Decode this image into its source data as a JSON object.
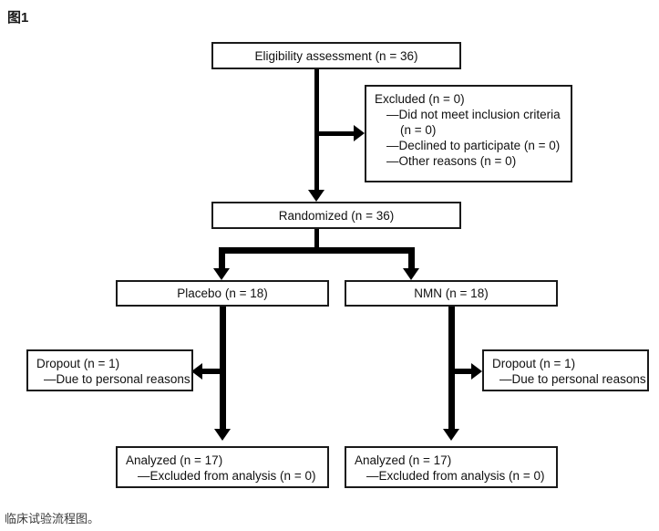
{
  "figure": {
    "title": "图1",
    "caption": "临床试验流程图。"
  },
  "diagram_data": {
    "type": "flowchart",
    "name": "CONSORT clinical trial flow diagram",
    "nodes": [
      {
        "id": "eligibility",
        "label": "Eligibility assessment (n = 36)",
        "n": 36
      },
      {
        "id": "excluded",
        "label": "Excluded (n = 0)",
        "n": 0
      },
      {
        "id": "randomized",
        "label": "Randomized (n = 36)",
        "n": 36
      },
      {
        "id": "placebo",
        "label": "Placebo (n = 18)",
        "n": 18
      },
      {
        "id": "nmn",
        "label": "NMN (n = 18)",
        "n": 18
      },
      {
        "id": "dropout_left",
        "label": "Dropout (n = 1)",
        "n": 1
      },
      {
        "id": "dropout_right",
        "label": "Dropout (n = 1)",
        "n": 1
      },
      {
        "id": "analyzed_left",
        "label": "Analyzed (n = 17)",
        "n": 17
      },
      {
        "id": "analyzed_right",
        "label": "Analyzed (n = 17)",
        "n": 17
      }
    ],
    "edges": [
      {
        "from": "eligibility",
        "to": "randomized"
      },
      {
        "from": "eligibility",
        "to": "excluded"
      },
      {
        "from": "randomized",
        "to": "placebo"
      },
      {
        "from": "randomized",
        "to": "nmn"
      },
      {
        "from": "placebo",
        "to": "dropout_left"
      },
      {
        "from": "placebo",
        "to": "analyzed_left"
      },
      {
        "from": "nmn",
        "to": "dropout_right"
      },
      {
        "from": "nmn",
        "to": "analyzed_right"
      }
    ]
  },
  "boxes": {
    "eligibility": {
      "line1": "Eligibility assessment (n = 36)"
    },
    "excluded": {
      "line1": "Excluded (n = 0)",
      "line2": "—Did not meet inclusion criteria",
      "line3": "(n = 0)",
      "line4": "—Declined to participate (n = 0)",
      "line5": "—Other reasons (n = 0)"
    },
    "randomized": {
      "line1": "Randomized (n = 36)"
    },
    "placebo": {
      "line1": "Placebo (n = 18)"
    },
    "nmn": {
      "line1": "NMN (n = 18)"
    },
    "dropout_left": {
      "line1": "Dropout (n = 1)",
      "line2": "—Due to personal reasons"
    },
    "dropout_right": {
      "line1": "Dropout (n = 1)",
      "line2": "—Due to personal reasons"
    },
    "analyzed_left": {
      "line1": "Analyzed (n = 17)",
      "line2": "—Excluded from analysis (n = 0)"
    },
    "analyzed_right": {
      "line1": "Analyzed (n = 17)",
      "line2": "—Excluded from analysis (n = 0)"
    }
  },
  "colors": {
    "background": "#ffffff",
    "stroke": "#1a1a1a",
    "connector": "#000000",
    "text": "#111111",
    "caption_text": "#3a3a3a"
  }
}
